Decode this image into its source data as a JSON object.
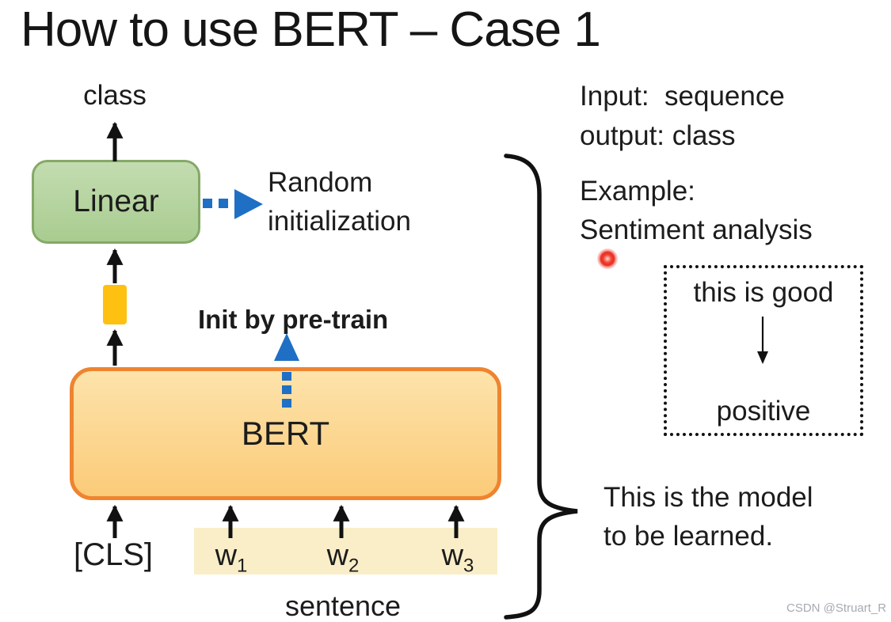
{
  "title": "How to use BERT – Case 1",
  "diagram": {
    "class_label": "class",
    "linear_label": "Linear",
    "random_init_line1": "Random",
    "random_init_line2": "initialization",
    "init_pretrain_label": "Init by pre-train",
    "bert_label": "BERT",
    "cls_label": "[CLS]",
    "tokens": [
      {
        "base": "w",
        "sub": "1"
      },
      {
        "base": "w",
        "sub": "2"
      },
      {
        "base": "w",
        "sub": "3"
      }
    ],
    "sentence_label": "sentence"
  },
  "right_panel": {
    "io_line1": "Input:  sequence",
    "io_line2": "output: class",
    "example_line1": "Example:",
    "example_line2": "Sentiment analysis",
    "example_box": {
      "input_text": "this is good",
      "output_text": "positive"
    },
    "note_line1": "This is the model",
    "note_line2": "to be learned."
  },
  "watermark": "CSDN @Struart_R",
  "icons": {
    "blue_dotted_arrow_right": "random-init-dotted-arrow-icon",
    "blue_dotted_arrow_up": "init-pretrain-dotted-arrow-icon",
    "laser_dot": "laser-pointer-dot"
  },
  "colors": {
    "ink": "#1c1c1c",
    "accent-blue": "#1f6fc5",
    "linear-fill-top": "#c3dcb0",
    "linear-fill-bottom": "#a9cc90",
    "linear-border": "#85a968",
    "bert-fill-top": "#fde3ab",
    "bert-fill-bottom": "#fbcb79",
    "bert-border": "#ee8430",
    "embed-yellow": "#fec111",
    "sentence-highlight": "#faeec8",
    "laser-red": "#e82d1e",
    "watermark-gray": "#a6aab0"
  }
}
